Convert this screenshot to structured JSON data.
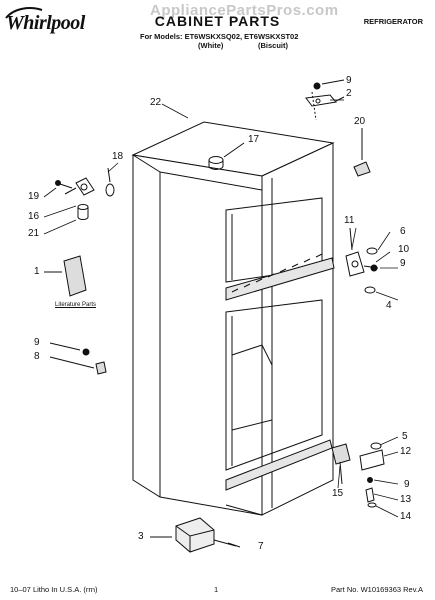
{
  "brand": "Whirlpool",
  "watermark": "AppliancePartsPros.com",
  "title": "CABINET PARTS",
  "category": "REFRIGERATOR",
  "models_line": "For Models: ET6WSKXSQ02, ET6WSKXST02",
  "variants": [
    "(White)",
    "(Biscuit)"
  ],
  "literature_label": "Literature Parts",
  "callouts": [
    "22",
    "17",
    "18",
    "19",
    "16",
    "21",
    "1",
    "9",
    "8",
    "3",
    "7",
    "9",
    "2",
    "20",
    "11",
    "6",
    "10",
    "9",
    "4",
    "5",
    "12",
    "9",
    "15",
    "13",
    "14"
  ],
  "footer": {
    "left": "10–07 Litho In U.S.A. (rrn)",
    "center": "1",
    "right": "Part No. W10169363 Rev.A"
  }
}
